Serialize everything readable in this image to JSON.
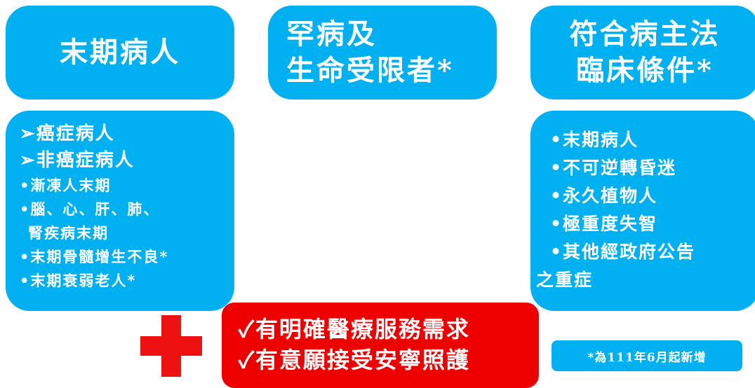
{
  "columns": {
    "end_stage": {
      "title": "末期病人"
    },
    "rare": {
      "title_line1": "罕病及",
      "title_line2": "生命受限者*"
    },
    "law": {
      "title_line1": "符合病主法",
      "title_line2": "臨床條件*"
    }
  },
  "end_stage_list": {
    "cancer": "➢癌症病人",
    "non_cancer": "➢非癌症病人",
    "items": [
      "•漸凍人末期",
      "•腦、心、肝、肺、",
      "腎疾病末期",
      "•末期骨髓增生不良*",
      "•末期衰弱老人*"
    ]
  },
  "law_list": {
    "items": [
      "•末期病人",
      "•不可逆轉昏迷",
      "•永久植物人",
      "•極重度失智",
      "•其他經政府公告",
      "之重症"
    ]
  },
  "requirements": {
    "line1": "✓有明確醫療服務需求",
    "line2": "✓有意願接受安寧照護"
  },
  "note": "*為111年6月起新增",
  "colors": {
    "box": "#00b0f0",
    "red": "#ee0000"
  },
  "icons": {
    "cross": "red-cross-icon"
  }
}
